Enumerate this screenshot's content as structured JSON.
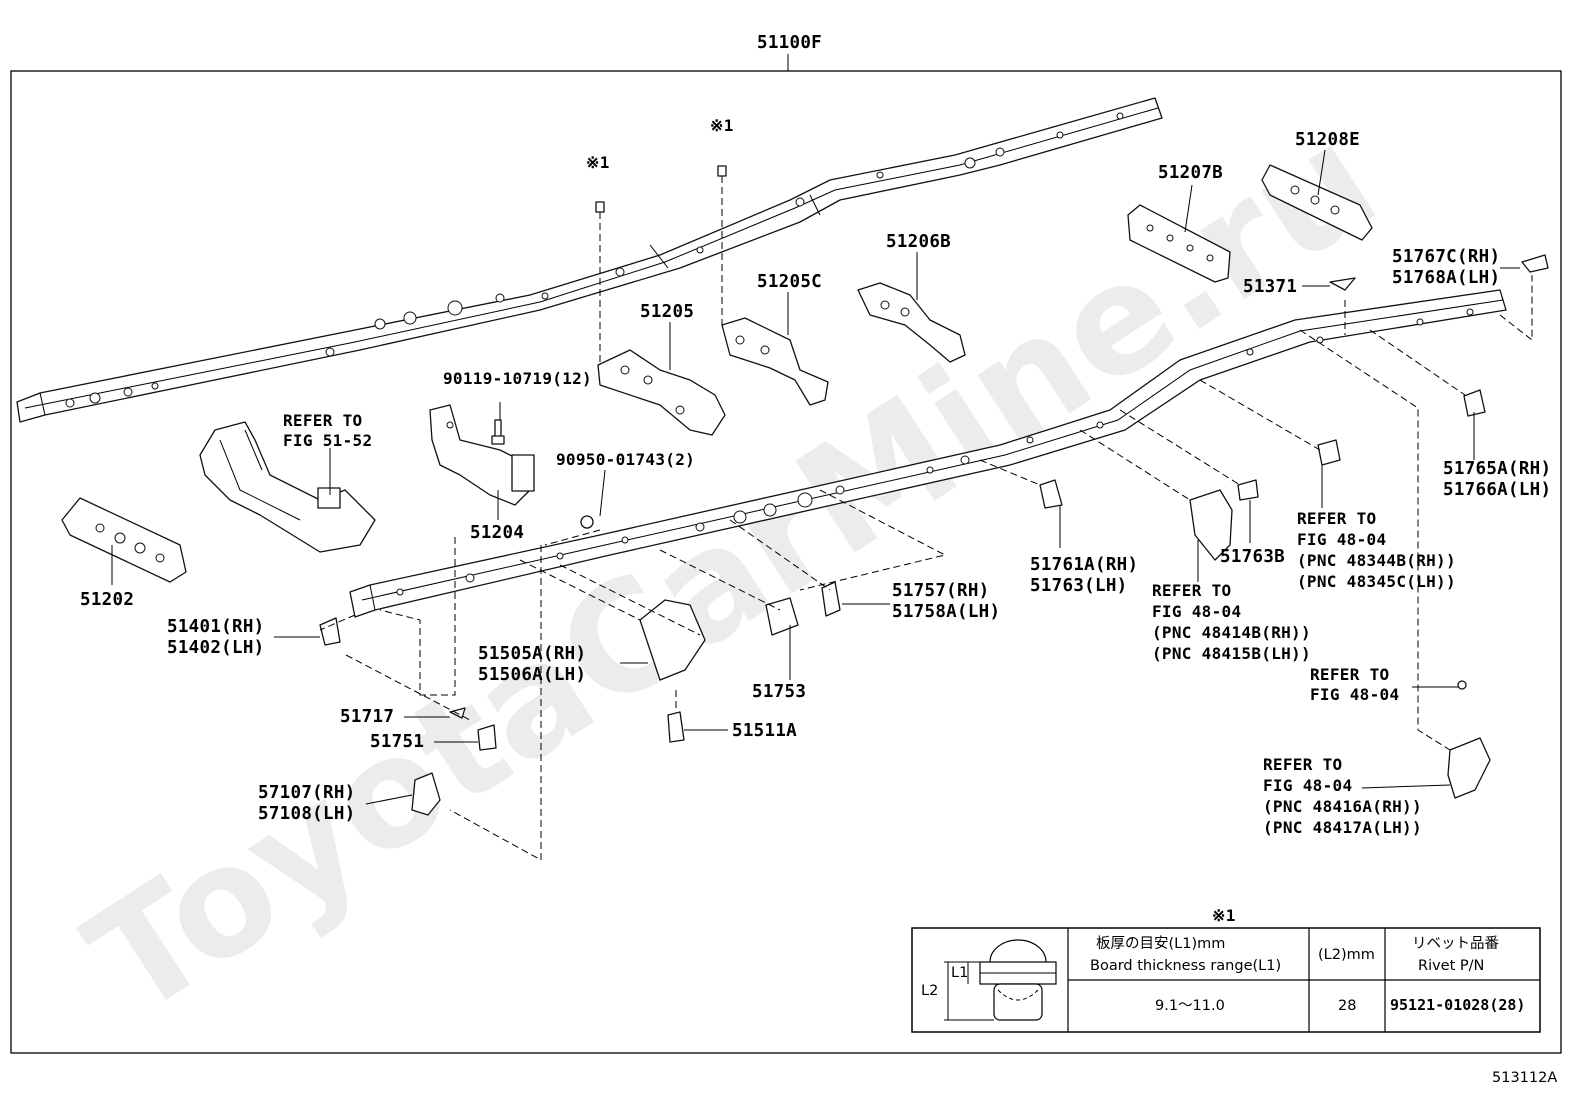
{
  "diagram": {
    "assembly_label": "51100F",
    "figure_code": "513112A",
    "watermark": "ToyotaCarMine.ru",
    "note_mark": "※1",
    "parts": {
      "p51202": "51202",
      "refer_51_52_a": "REFER TO",
      "refer_51_52_b": "FIG 51-52",
      "p51204": "51204",
      "p51205": "51205",
      "p51205c": "51205C",
      "p51206b": "51206B",
      "p51207b": "51207B",
      "p51208e": "51208E",
      "p51371": "51371",
      "p51767c": "51767C(RH)",
      "p51768a": "51768A(LH)",
      "p51765a": "51765A(RH)",
      "p51766a": "51766A(LH)",
      "bolt_90119": "90119-10719(12)",
      "bolt_90950": "90950-01743(2)",
      "p51401": "51401(RH)",
      "p51402": "51402(LH)",
      "p51505a": "51505A(RH)",
      "p51506a": "51506A(LH)",
      "p51753": "51753",
      "p51757": "51757(RH)",
      "p51758a": "51758A(LH)",
      "p51761a": "51761A(RH)",
      "p51763": "51763(LH)",
      "p51763b": "51763B",
      "p51717": "51717",
      "p51751": "51751",
      "p51511a": "51511A",
      "p57107": "57107(RH)",
      "p57108": "57108(LH)",
      "ref_a1": "REFER TO",
      "ref_a2": "FIG 48-04",
      "ref_a3": "(PNC 48344B(RH))",
      "ref_a4": "(PNC 48345C(LH))",
      "ref_b1": "REFER TO",
      "ref_b2": "FIG 48-04",
      "ref_b3": "(PNC 48414B(RH))",
      "ref_b4": "(PNC 48415B(LH))",
      "ref_c1": "REFER TO",
      "ref_c2": "FIG 48-04",
      "ref_d1": "REFER TO",
      "ref_d2": "FIG 48-04",
      "ref_d3": "(PNC 48416A(RH))",
      "ref_d4": "(PNC 48417A(LH))"
    }
  },
  "rivet_table": {
    "note_mark": "※1",
    "col1_header_jp": "板厚の目安(L1)mm",
    "col1_header_en": "Board thickness range(L1)",
    "col2_header": "(L2)mm",
    "col3_header_jp": "リベット品番",
    "col3_header_en": "Rivet P/N",
    "dim_l1": "L1",
    "dim_l2": "L2",
    "row": {
      "thickness": "9.1～11.0",
      "l2": "28",
      "rivet_pn": "95121-01028(28)"
    }
  }
}
